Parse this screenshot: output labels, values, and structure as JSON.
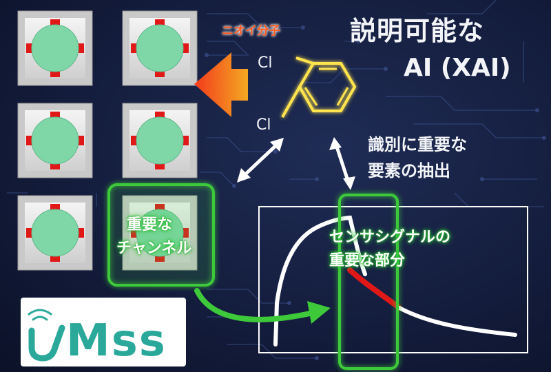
{
  "title": {
    "line1": "説明可能な",
    "line2": "AI (XAI)"
  },
  "molecule": {
    "label": "ニオイ分子",
    "substituent_1": "Cl",
    "substituent_2": "Cl"
  },
  "annotation": {
    "line1": "識別に重要な",
    "line2": "要素の抽出"
  },
  "important_channel": {
    "line1": "重要な",
    "line2": "チャンネル"
  },
  "important_signal": {
    "line1": "センサシグナルの",
    "line2": "重要な部分"
  },
  "logo": {
    "text": "Mss"
  },
  "sensor_array": {
    "rows": 3,
    "cols": 2,
    "highlighted": [
      2,
      1
    ]
  },
  "colors": {
    "background": "#141d3d",
    "highlight_green": "#3ec93a",
    "molecule_glow": "#ffe44d",
    "arrow_orange": "#ff6a1a",
    "sensor_disk": "#7fd6a6",
    "sensor_marker": "#e01818",
    "signal_highlight": "#e01818",
    "logo_teal": "#2aa89a"
  },
  "icons": [
    "sensor-chip-icon",
    "benzene-ring-icon",
    "double-arrow-icon",
    "logo-icon"
  ]
}
